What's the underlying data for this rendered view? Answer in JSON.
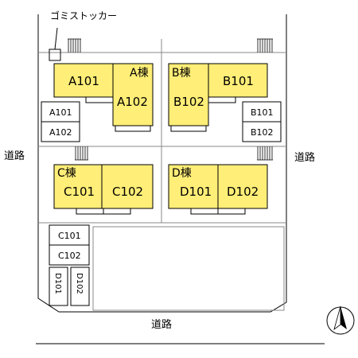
{
  "labels": {
    "garbage": "ゴミストッカー",
    "road_left": "道路",
    "road_right": "道路",
    "road_bottom": "道路"
  },
  "buildings": {
    "A": {
      "name": "A棟",
      "unit1": "A101",
      "unit2": "A102"
    },
    "B": {
      "name": "B棟",
      "unit1": "B101",
      "unit2": "B102"
    },
    "C": {
      "name": "C棟",
      "unit1": "C101",
      "unit2": "C102"
    },
    "D": {
      "name": "D棟",
      "unit1": "D101",
      "unit2": "D102"
    }
  },
  "parking": {
    "a1": "A101",
    "a2": "A102",
    "b1": "B101",
    "b2": "B102",
    "c1": "C101",
    "c2": "C102",
    "d1": "D101",
    "d2": "D102"
  },
  "colors": {
    "building_fill": "#ffee77",
    "line": "#000000",
    "grid": "#888888"
  },
  "icons": {
    "north": "north-arrow-icon"
  }
}
